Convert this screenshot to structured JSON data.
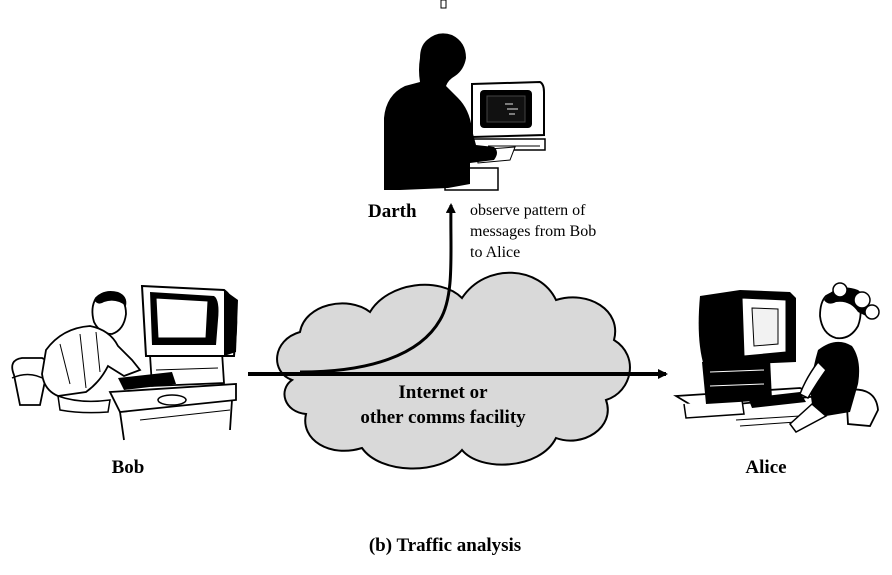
{
  "people": {
    "attacker": "Darth",
    "sender": "Bob",
    "receiver": "Alice"
  },
  "annotation": {
    "line1": "observe pattern of",
    "line2": "messages from Bob",
    "line3": "to Alice"
  },
  "network": {
    "line1": "Internet or",
    "line2": "other comms facility"
  },
  "caption": "(b) Traffic analysis",
  "colors": {
    "cloud_fill": "#d9d9d9",
    "ink": "#000000",
    "background": "#ffffff"
  }
}
